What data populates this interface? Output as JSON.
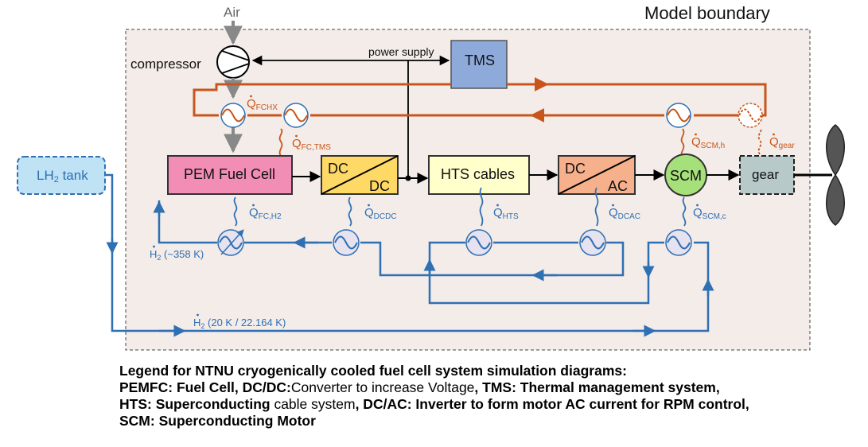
{
  "diagram": {
    "model_boundary": "Model boundary",
    "air": "Air",
    "compressor": "compressor",
    "power_supply": "power supply",
    "tms": "TMS",
    "pem_fuel_cell": "PEM Fuel Cell",
    "dcdc_top": "DC",
    "dcdc_bottom": "DC",
    "hts_cables": "HTS cables",
    "dcac_top": "DC",
    "dcac_bottom": "AC",
    "scm": "SCM",
    "gear": "gear",
    "lh2_tank": "LH",
    "lh2_tank_sub": "2",
    "lh2_tank_suffix": " tank",
    "h2_358": "H",
    "h2_358_sub": "2",
    "h2_358_suffix": " (~358 K)",
    "h2_20": "H",
    "h2_20_sub": "2",
    "h2_20_suffix": " (20 K / 22.164 K)",
    "q_fchx": "Q",
    "q_fchx_sub": "FCHX",
    "q_fc_tms": "Q",
    "q_fc_tms_sub": "FC,TMS",
    "q_scm_h": "Q",
    "q_scm_h_sub": "SCM,h",
    "q_gear": "Q",
    "q_gear_sub": "gear",
    "q_fc_h2": "Q",
    "q_fc_h2_sub": "FC,H2",
    "q_dcdc": "Q",
    "q_dcdc_sub": "DCDC",
    "q_hts": "Q",
    "q_hts_sub": "HTS",
    "q_dcac": "Q",
    "q_dcac_sub": "DCAC",
    "q_scm_c": "Q",
    "q_scm_c_sub": "SCM,c"
  },
  "legend": {
    "line1": "Legend for NTNU cryogenically cooled fuel cell system simulation diagrams:",
    "line2_a": "PEMFC: Fuel Cell, DC/DC:",
    "line2_b": "Converter",
    "line2_c": " to ",
    "line2_d": "increase Voltage",
    "line2_e": ", TMS: Thermal management system,",
    "line3_a": "HTS: Superconducting ",
    "line3_b": "cable system",
    "line3_c": ", DC/AC: Inverter to form motor AC current for RPM control,",
    "line4": "SCM: Superconducting Motor"
  },
  "colors": {
    "fuel_cell": "#f28db5",
    "dcdc": "#ffd966",
    "hts": "#ffffcc",
    "dcac": "#f7b08c",
    "scm": "#a6e07a",
    "gear": "#b7c9c9",
    "tms": "#8eaadb",
    "lh2": "#bfe3f5",
    "orange_loop": "#c8561c",
    "blue_loop": "#2f6fb3",
    "boundary_fill": "#f3ece8"
  }
}
